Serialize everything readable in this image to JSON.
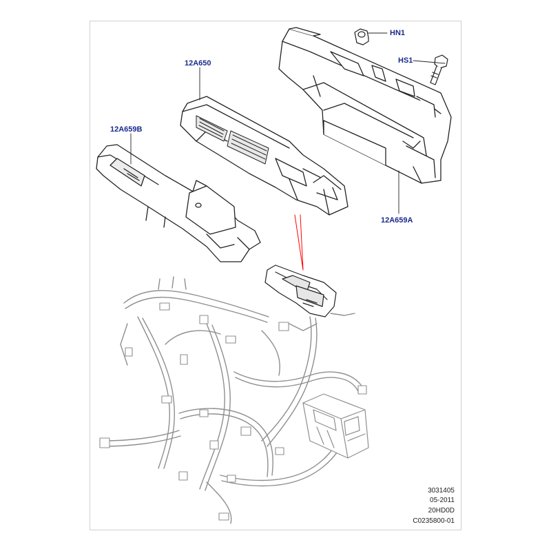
{
  "callouts": {
    "hn1": "HN1",
    "hs1": "HS1",
    "a650": "12A650",
    "a659b": "12A659B",
    "a659a": "12A659A"
  },
  "reference": {
    "line1": "3031405",
    "line2": "05-2011",
    "line3": "20HD0D",
    "line4": "C0235800-01"
  },
  "colors": {
    "callout_text": "#1a2a8c",
    "leader_marker": "#ff0000",
    "line_art": "#222222",
    "harness_line": "#9a9a9a"
  }
}
